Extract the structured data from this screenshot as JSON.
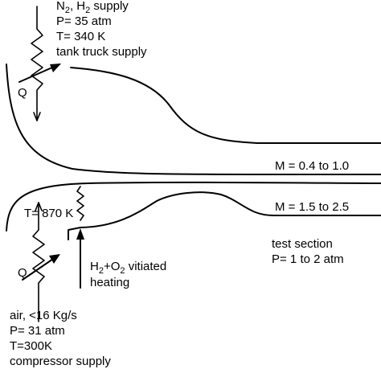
{
  "top_supply": {
    "gas_base_1": "N",
    "gas_sub_1": "2",
    "gas_mid": ", H",
    "gas_sub_2": "2",
    "gas_tail": " supply",
    "pressure": "P= 35 atm",
    "temperature": "T= 340 K",
    "source": "tank truck supply"
  },
  "top_heat_label": "Q",
  "mach_upper": "M = 0.4 to 1.0",
  "mach_lower": "M = 1.5 to 2.5",
  "test_section": {
    "title": "test section",
    "pressure": "P= 1 to 2 atm"
  },
  "bottom_temperature": "T= 870 K",
  "bottom_heat_label": "Q",
  "vitiated": {
    "base_1": "H",
    "sub_1": "2",
    "plus": "+O",
    "sub_2": "2",
    "tail": " vitiated",
    "line2": "heating"
  },
  "air_supply": {
    "flow": "air, <16 Kg/s",
    "pressure": "P=  31 atm",
    "temperature": "T=300K",
    "source": "compressor supply"
  }
}
